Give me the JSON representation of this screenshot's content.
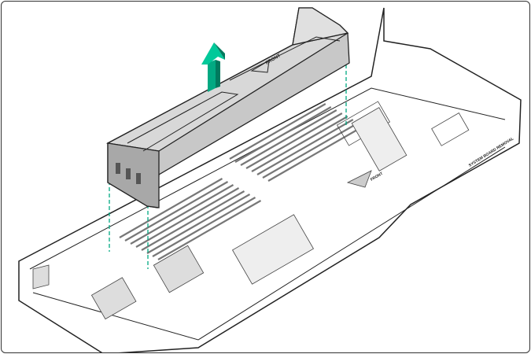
{
  "figure": {
    "description_labels": {
      "baffle_label": "FRONT",
      "tray_label": "FRONT",
      "board_label": "SYSTEM BOARD REMOVAL"
    },
    "colors": {
      "arrow": "#01a982",
      "guide_lines": "#01a982",
      "baffle_fill": "#c8c8c8",
      "baffle_dark": "#8a8a8a",
      "outline": "#222222"
    },
    "icons": [
      "lift-up-arrow",
      "alignment-guide-lines"
    ]
  }
}
